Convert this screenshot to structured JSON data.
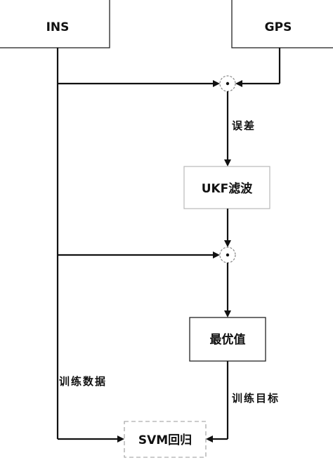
{
  "nodes": {
    "ins": "INS",
    "gps": "GPS",
    "ukf": "UKF滤波",
    "optimal": "最优值",
    "svm": "SVM回归"
  },
  "edges": {
    "error": "误差",
    "training_data": "训练数据",
    "training_target": "训练目标"
  }
}
